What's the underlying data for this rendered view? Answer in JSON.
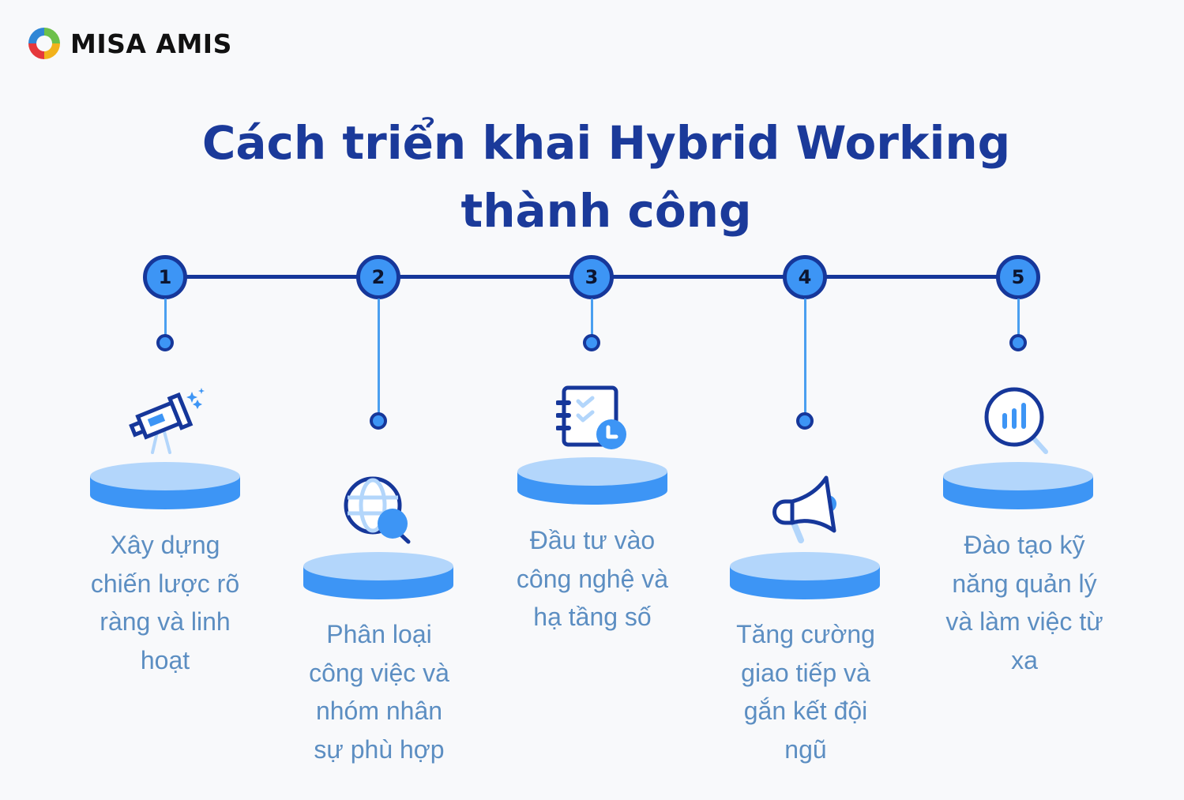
{
  "brand": {
    "name": "MISA AMIS"
  },
  "title": {
    "line1": "Cách triển khai Hybrid Working",
    "line2": "thành công"
  },
  "colors": {
    "dark_blue": "#16379a",
    "mid_blue": "#3d95f5",
    "light_blue": "#b3d6fb",
    "label_text": "#5c8ec2",
    "background": "#f8f9fb"
  },
  "steps": [
    {
      "number": "1",
      "icon": "telescope-icon",
      "lines": [
        "Xây dựng",
        "chiến lược rõ",
        "ràng và linh",
        "hoạt"
      ]
    },
    {
      "number": "2",
      "icon": "globe-search-icon",
      "lines": [
        "Phân loại",
        "công việc và",
        "nhóm nhân",
        "sự phù hợp"
      ]
    },
    {
      "number": "3",
      "icon": "checklist-clock-icon",
      "lines": [
        "Đầu tư vào",
        "công nghệ và",
        "hạ tầng số"
      ]
    },
    {
      "number": "4",
      "icon": "megaphone-icon",
      "lines": [
        "Tăng cường",
        "giao tiếp và",
        "gắn kết đội",
        "ngũ"
      ]
    },
    {
      "number": "5",
      "icon": "analytics-search-icon",
      "lines": [
        "Đào tạo kỹ",
        "năng quản lý",
        "và làm việc từ",
        "xa"
      ]
    }
  ]
}
